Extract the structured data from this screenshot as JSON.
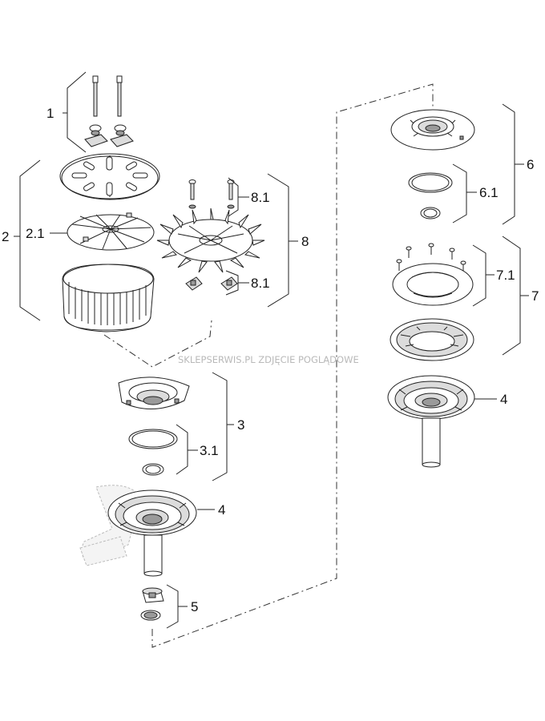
{
  "watermark": "SKLEPSERWIS.PL ZDJĘCIE POGLĄDOWE",
  "labels": {
    "l1": "1",
    "l2": "2",
    "l21": "2.1",
    "l3": "3",
    "l31": "3.1",
    "l4a": "4",
    "l5": "5",
    "l8": "8",
    "l81a": "8.1",
    "l81b": "8.1",
    "l6": "6",
    "l61": "6.1",
    "l7": "7",
    "l71": "7.1",
    "l4b": "4"
  },
  "colors": {
    "line": "#222222",
    "fill_light": "#dcdcdc",
    "fill_dark": "#9a9a9a",
    "watermark": "#b9b9b9"
  }
}
